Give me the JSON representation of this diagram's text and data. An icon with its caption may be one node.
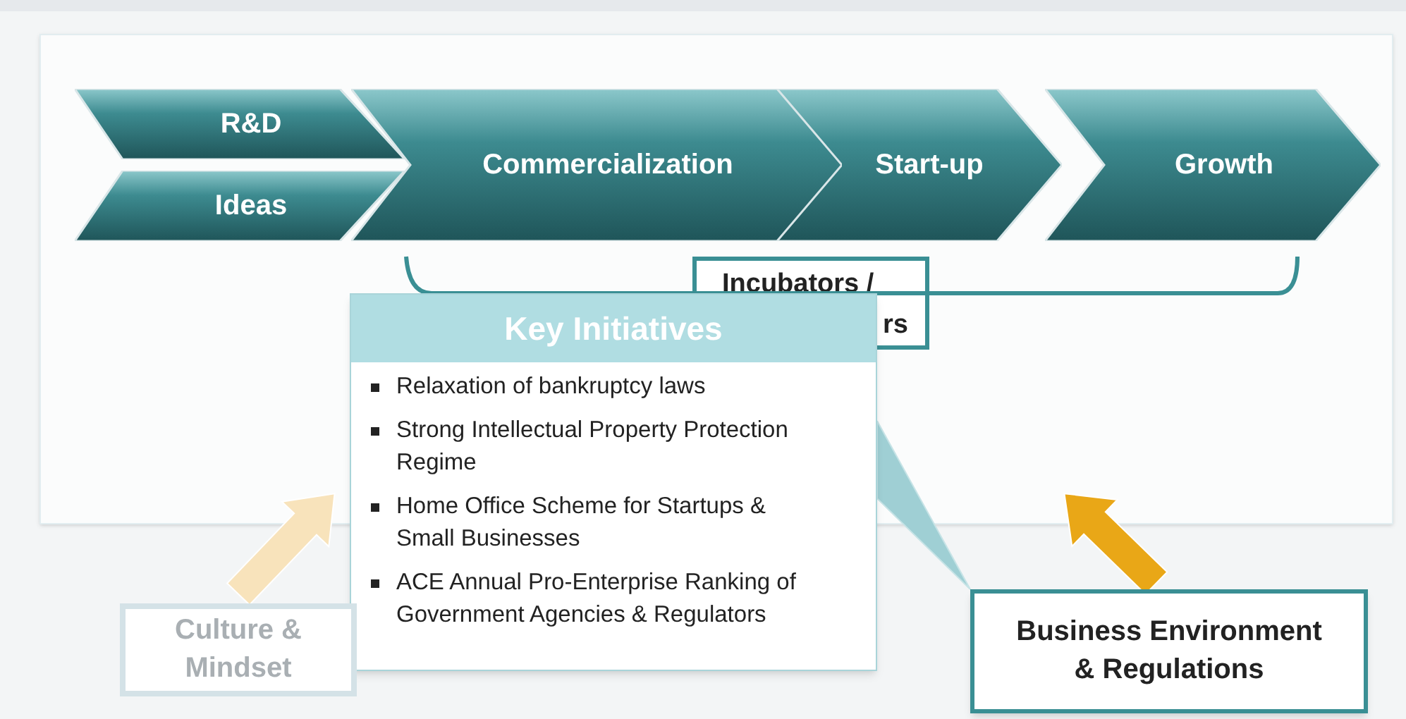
{
  "diagram": {
    "nodes": [
      {
        "text": [],
        "shape": "box"
      },
      {
        "text": [
          "R&D"
        ],
        "in": 0
      },
      {
        "text": [
          "Ideas"
        ],
        "in": 0
      },
      {
        "text": [
          "Commercialization"
        ],
        "in": 0
      },
      {
        "text": [
          "Start-up"
        ],
        "in": 0
      },
      {
        "text": [
          "Growth"
        ],
        "in": 0
      },
      {
        "text": [
          "Incubators /",
          "rs"
        ],
        "in": 0
      },
      {
        "text": [
          "Key Initiatives",
          "Relaxation of bankruptcy laws",
          "Strong Intellectual Property Protection Regime",
          "Home Office Scheme for Startups & Small Businesses",
          "ACE Annual Pro-Enterprise Ranking of Government Agencies & Regulators"
        ]
      },
      {
        "text": [
          "Culture & Mindset"
        ]
      },
      {
        "text": [
          "Business Environment & Regulations"
        ]
      }
    ],
    "edges": [
      {
        "from": 8,
        "to": 0,
        "arrow": "to",
        "style": "thick",
        "color": "#f8e3bb"
      },
      {
        "from": 9,
        "to": 0,
        "arrow": "to",
        "style": "thick",
        "color": "#e9a717"
      },
      {
        "from": 7,
        "to": 9,
        "arrow": "none",
        "style": "thick",
        "color": "#9fcfd4"
      }
    ]
  }
}
